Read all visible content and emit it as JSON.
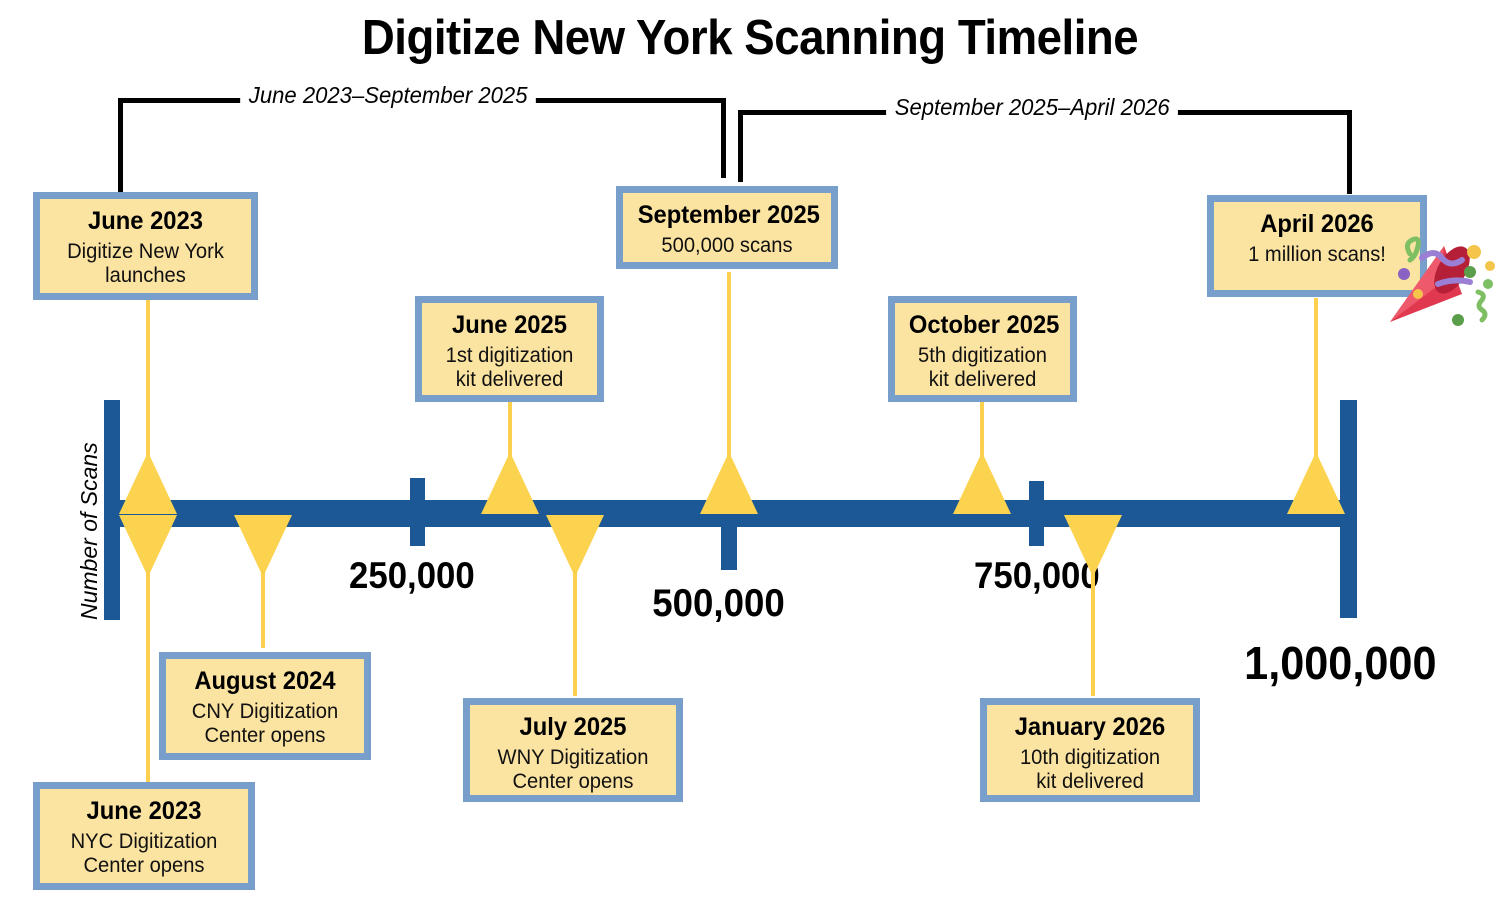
{
  "title": "Digitize New York Scanning Timeline",
  "axis": {
    "y_label": "Number of Scans",
    "color": "#1C5896",
    "tick_labels": [
      "250,000",
      "500,000",
      "750,000",
      "1,000,000"
    ],
    "tick_values": [
      250000,
      500000,
      750000,
      1000000
    ]
  },
  "phases": [
    {
      "label": "June 2023–September 2025"
    },
    {
      "label": "September 2025–April 2026"
    }
  ],
  "colors": {
    "card_fill": "#FBE3A1",
    "card_border": "#789FCB",
    "marker": "#FCD34F",
    "axis": "#1C5896"
  },
  "events": [
    {
      "date": "June 2023",
      "desc": "Digitize New York\nlaunches"
    },
    {
      "date": "June 2023",
      "desc": "NYC Digitization\nCenter opens"
    },
    {
      "date": "August 2024",
      "desc": "CNY Digitization\nCenter opens"
    },
    {
      "date": "June 2025",
      "desc": "1st digitization\nkit delivered"
    },
    {
      "date": "July 2025",
      "desc": "WNY Digitization\nCenter opens"
    },
    {
      "date": "September 2025",
      "desc": "500,000 scans"
    },
    {
      "date": "October 2025",
      "desc": "5th digitization\nkit delivered"
    },
    {
      "date": "January 2026",
      "desc": "10th digitization\nkit delivered"
    },
    {
      "date": "April 2026",
      "desc": "1 million scans!"
    }
  ],
  "decoration": {
    "popper": "party-popper"
  },
  "chart_data": {
    "type": "timeline",
    "title": "Digitize New York Scanning Timeline",
    "xlabel": "",
    "ylabel": "Number of Scans",
    "axis_ticks": [
      250000,
      500000,
      750000,
      1000000
    ],
    "axis_tick_labels": [
      "250,000",
      "500,000",
      "750,000",
      "1,000,000"
    ],
    "xlim": [
      0,
      1000000
    ],
    "grid": false,
    "legend": "none",
    "phases": [
      {
        "label": "June 2023–September 2025",
        "start": "June 2023",
        "end": "September 2025"
      },
      {
        "label": "September 2025–April 2026",
        "start": "September 2025",
        "end": "April 2026"
      }
    ],
    "milestones": [
      {
        "date": "June 2023",
        "label": "Digitize New York launches",
        "scans": 0,
        "side": "above"
      },
      {
        "date": "June 2023",
        "label": "NYC Digitization Center opens",
        "scans": 0,
        "side": "below"
      },
      {
        "date": "August 2024",
        "label": "CNY Digitization Center opens",
        "scans": 80000,
        "side": "below"
      },
      {
        "date": "June 2025",
        "label": "1st digitization kit delivered",
        "scans": 310000,
        "side": "above"
      },
      {
        "date": "July 2025",
        "label": "WNY Digitization Center opens",
        "scans": 380000,
        "side": "below"
      },
      {
        "date": "September 2025",
        "label": "500,000 scans",
        "scans": 500000,
        "side": "above"
      },
      {
        "date": "October 2025",
        "label": "5th digitization kit delivered",
        "scans": 700000,
        "side": "above"
      },
      {
        "date": "January 2026",
        "label": "10th digitization kit delivered",
        "scans": 780000,
        "side": "below"
      },
      {
        "date": "April 2026",
        "label": "1 million scans!",
        "scans": 1000000,
        "side": "above"
      }
    ]
  }
}
